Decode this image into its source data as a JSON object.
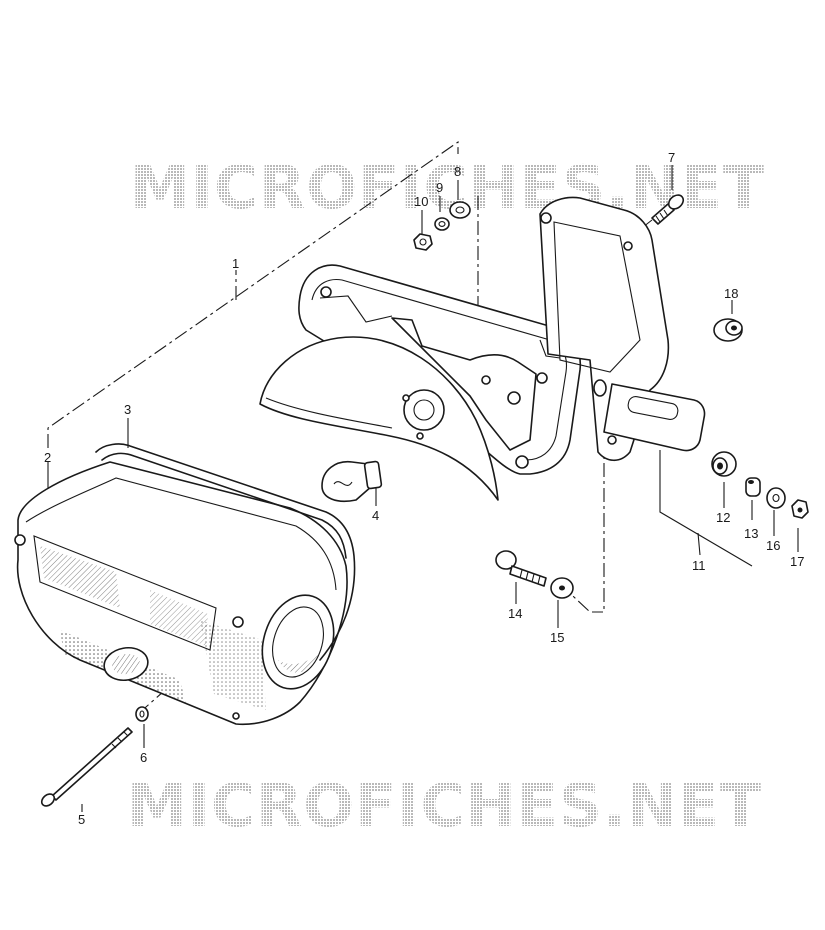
{
  "watermark": {
    "text": "MICROFICHES.NET"
  },
  "callouts": {
    "c1": "1",
    "c2": "2",
    "c3": "3",
    "c4": "4",
    "c5": "5",
    "c6": "6",
    "c7": "7",
    "c8": "8",
    "c9": "9",
    "c10": "10",
    "c11": "11",
    "c12": "12",
    "c13": "13",
    "c14": "14",
    "c15": "15",
    "c16": "16",
    "c17": "17",
    "c18": "18"
  },
  "colors": {
    "ink": "#1a1a1a",
    "watermark": "#c8c8c8",
    "background": "#ffffff"
  }
}
